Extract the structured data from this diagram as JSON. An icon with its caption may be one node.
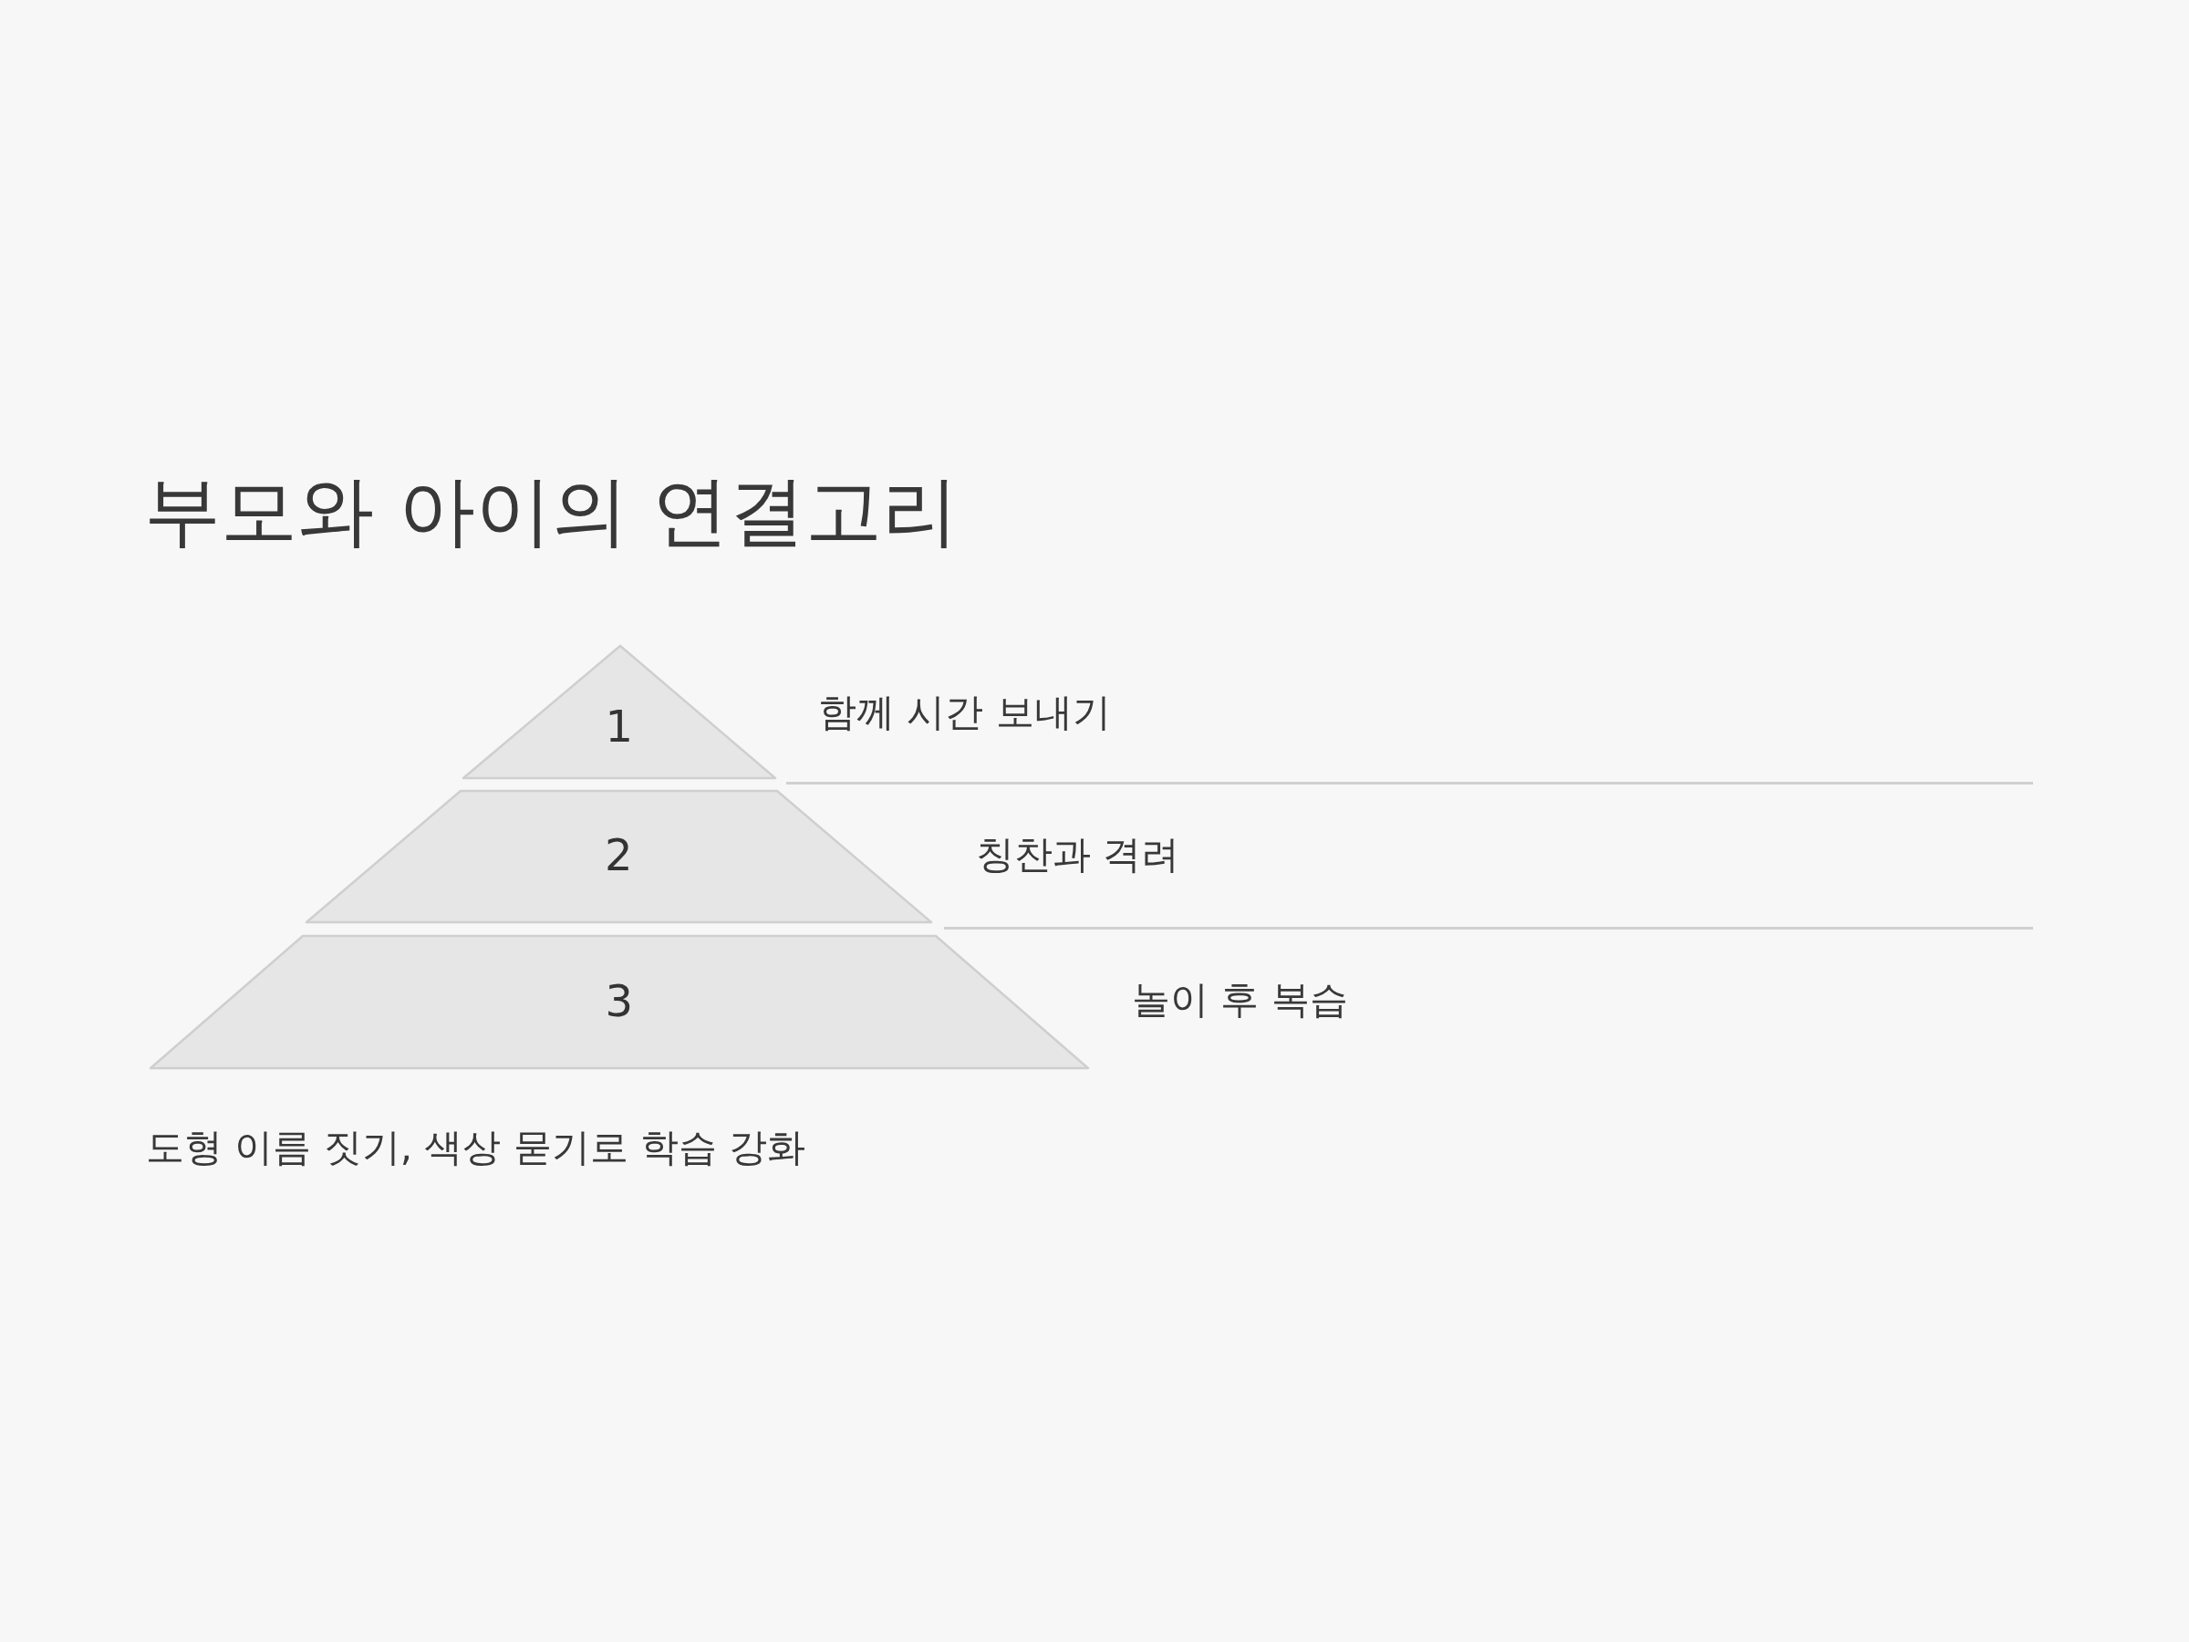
{
  "diagram": {
    "title": "부모와 아이의 연결고리",
    "nodes": [
      {
        "text": [
          "1"
        ],
        "beside": [
          "함께 시간 보내기"
        ]
      },
      {
        "text": [
          "2"
        ],
        "beside": [
          "칭찬과 격려"
        ]
      },
      {
        "text": [
          "3"
        ],
        "beside": [
          "놀이 후 복습"
        ]
      }
    ],
    "labels": [
      "도형 이름 짓기, 색상 묻기로 학습 강화"
    ]
  }
}
